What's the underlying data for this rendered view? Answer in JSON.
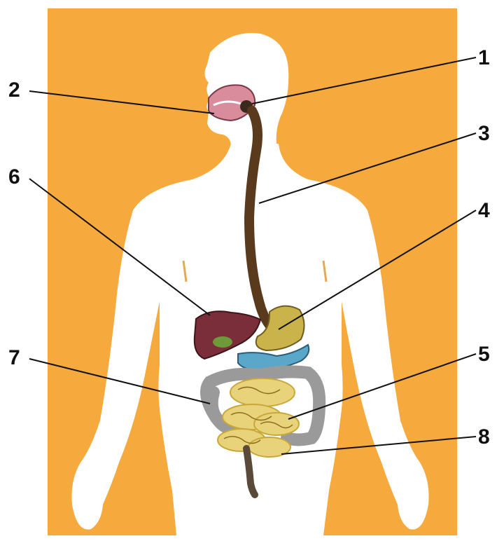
{
  "colors": {
    "background_panel": "#F6A93C",
    "silhouette": "#FFFFFF",
    "esophagus": "#5A3A1C",
    "mouth": "#D98C9C",
    "liver": "#7A2E3A",
    "stomach": "#C9B34A",
    "pancreas": "#5AA7C9",
    "small_intestine": "#E8D27A",
    "large_intestine": "#9A9A9A",
    "label_text": "#111111"
  },
  "labels": {
    "l1": "1",
    "l2": "2",
    "l3": "3",
    "l4": "4",
    "l5": "5",
    "l6": "6",
    "l7": "7",
    "l8": "8"
  }
}
